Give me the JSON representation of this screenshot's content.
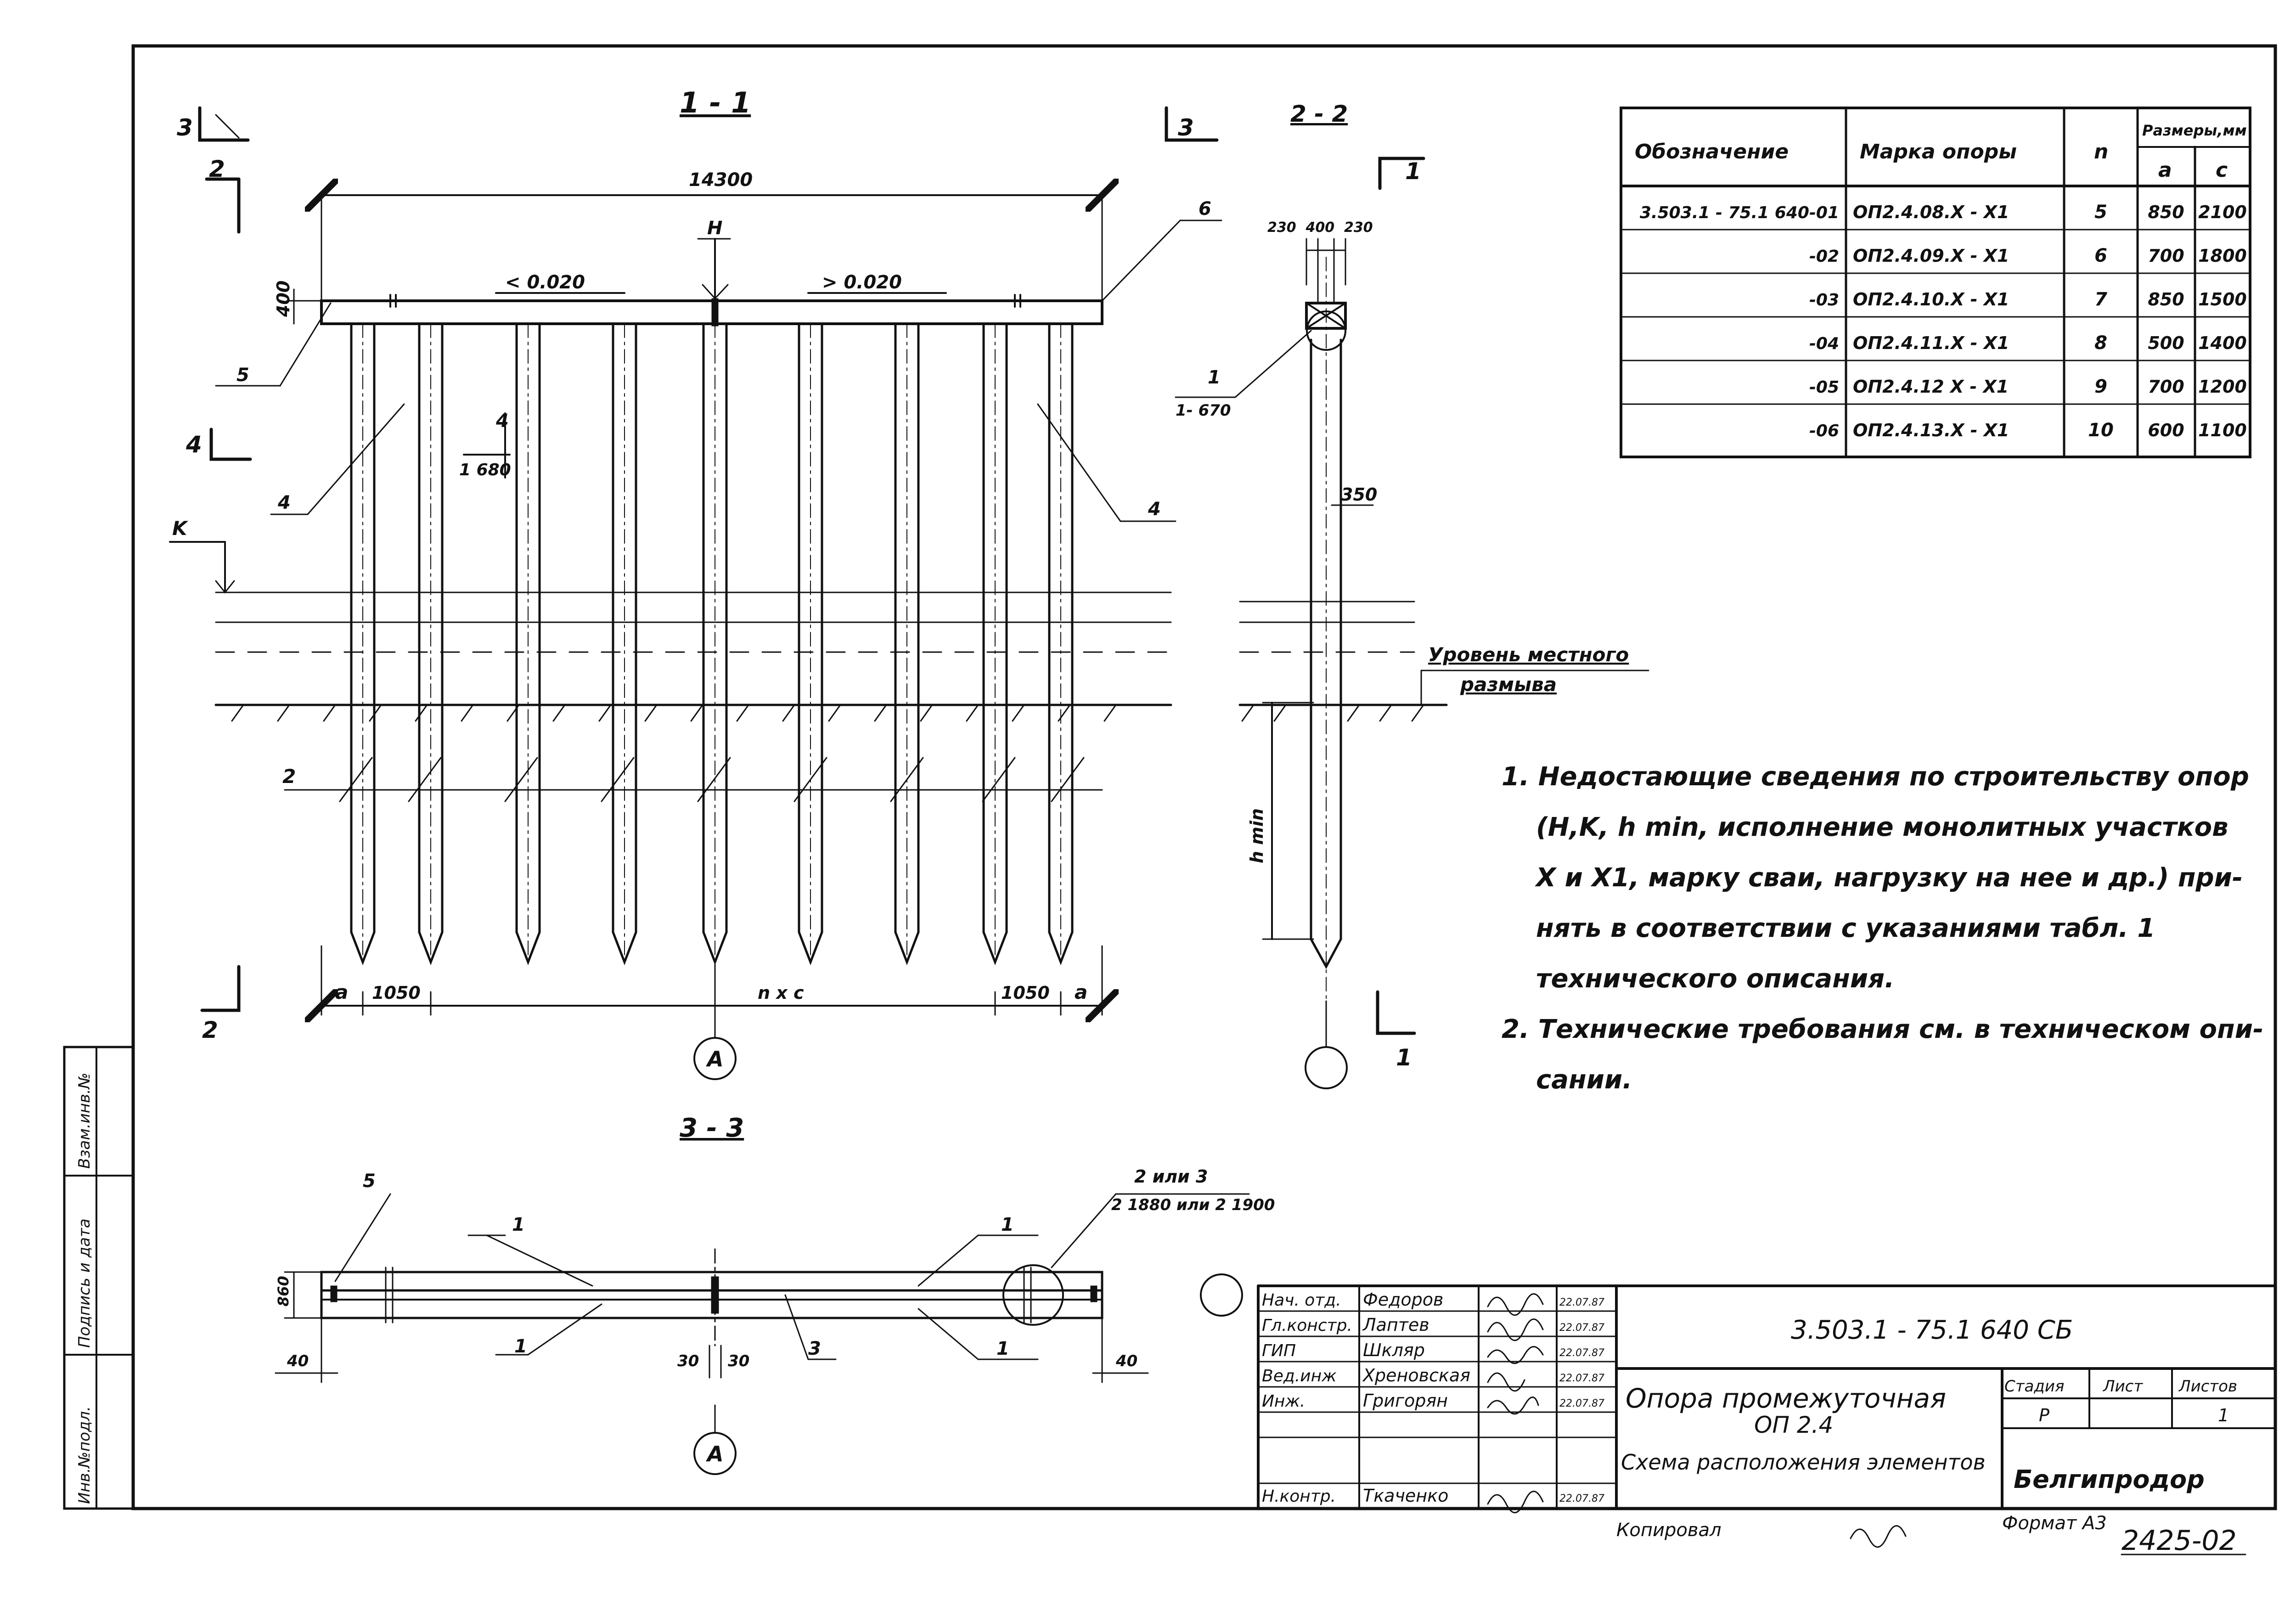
{
  "sections": {
    "s11": {
      "title": "1 - 1",
      "width_dim": "14300",
      "slope_left": "< 0.020",
      "slope_right": "> 0.020",
      "cap_height": "400",
      "callout_h": "H",
      "callout_6": "6",
      "callout_5": "5",
      "callout_4a": "4",
      "callout_4b": "4",
      "callout_2": "2",
      "level_k": "K",
      "section4_num": "4",
      "section4_dim": "1 680",
      "dim_a": "a",
      "dim_1050": "1050",
      "dim_nc": "n x c",
      "dim_1050r": "1050",
      "dim_ar": "a"
    },
    "s22": {
      "title": "2 - 2",
      "dims": "230  400  230",
      "callout_1": "1",
      "callout_1_dim": "1- 670",
      "dim_350": "350",
      "hmin": "h min",
      "erosion_l1": "Уровень местного",
      "erosion_l2": "размыва"
    },
    "s33": {
      "title": "3 - 3",
      "callout_5": "5",
      "callout_1a": "1",
      "callout_1b": "1",
      "callout_1c": "1",
      "callout_1d": "1",
      "callout_3": "3",
      "callout_23_l1": "2 или 3",
      "callout_23_l2": "2 1880 или 2 1900",
      "dim_860": "860",
      "dim_40l": "40",
      "dim_30l": "30",
      "dim_30r": "30",
      "dim_40r": "40"
    },
    "cut_marks": {
      "m3l": "3",
      "m3r": "3",
      "m2t": "2",
      "m4": "4",
      "m2b": "2",
      "m1t": "1",
      "m1b": "1"
    },
    "axis_label": "A"
  },
  "table": {
    "headers": {
      "designation": "Обозначение",
      "mark": "Марка опоры",
      "n": "n",
      "sizes": "Размеры,мм",
      "a": "a",
      "c": "c"
    },
    "rows": [
      {
        "designation": "3.503.1 - 75.1 640-01",
        "mark": "ОП2.4.08.X - X1",
        "n": "5",
        "a": "850",
        "c": "2100"
      },
      {
        "designation": "-02",
        "mark": "ОП2.4.09.X - X1",
        "n": "6",
        "a": "700",
        "c": "1800"
      },
      {
        "designation": "-03",
        "mark": "ОП2.4.10.X - X1",
        "n": "7",
        "a": "850",
        "c": "1500"
      },
      {
        "designation": "-04",
        "mark": "ОП2.4.11.X - X1",
        "n": "8",
        "a": "500",
        "c": "1400"
      },
      {
        "designation": "-05",
        "mark": "ОП2.4.12 X - X1",
        "n": "9",
        "a": "700",
        "c": "1200"
      },
      {
        "designation": "-06",
        "mark": "ОП2.4.13.X - X1",
        "n": "10",
        "a": "600",
        "c": "1100"
      }
    ]
  },
  "notes": [
    "1. Недостающие сведения по строительству опор",
    "(H,K, h min, исполнение монолитных участков",
    "X и X1, марку сваи, нагрузку на нее и др.) при-",
    "нять в соответствии с указаниями табл. 1",
    "технического описания.",
    "2. Технические требования см. в техническом опи-",
    "сании."
  ],
  "title_block": {
    "doc_code": "3.503.1 - 75.1 640 СБ",
    "title_l1": "Опора промежуточная",
    "title_l2": "ОП 2.4",
    "subtitle": "Схема расположения элементов",
    "org": "Белгипродор",
    "stage_label": "Стадия",
    "sheet_label": "Лист",
    "sheets_label": "Листов",
    "stage": "Р",
    "sheets": "1",
    "people": [
      {
        "role": "Нач. отд.",
        "name": "Федоров",
        "date": "22.07.87"
      },
      {
        "role": "Гл.констр.",
        "name": "Лаптев",
        "date": "22.07.87"
      },
      {
        "role": "ГИП",
        "name": "Шкляр",
        "date": "22.07.87"
      },
      {
        "role": "Вед.инж",
        "name": "Хреновская",
        "date": "22.07.87"
      },
      {
        "role": "Инж.",
        "name": "Григорян",
        "date": "22.07.87"
      },
      {
        "role": "",
        "name": "",
        "date": ""
      },
      {
        "role": "Н.контр.",
        "name": "Ткаченко",
        "date": "22.07.87"
      }
    ],
    "copied": "Копировал",
    "format": "Формат А3",
    "archive_no": "2425-02"
  },
  "side_stamp": {
    "s1": "Инв.№подл.",
    "s2": "Подпись и дата",
    "s3": "Взам.инв.№"
  }
}
